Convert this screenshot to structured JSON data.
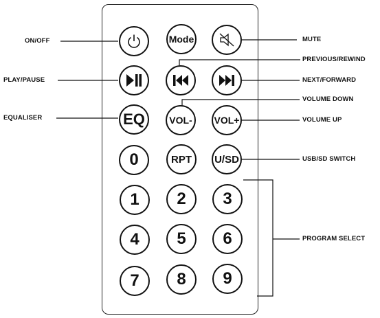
{
  "buttons": {
    "power_symbol": "⏻",
    "mode": "Mode",
    "eq": "EQ",
    "vol_minus": "VOL-",
    "vol_plus": "VOL+",
    "zero": "0",
    "rpt": "RPT",
    "usb_sd": "U/SD",
    "num1": "1",
    "num2": "2",
    "num3": "3",
    "num4": "4",
    "num5": "5",
    "num6": "6",
    "num7": "7",
    "num8": "8",
    "num9": "9"
  },
  "labels": {
    "on_off": "ON/OFF",
    "mute": "MUTE",
    "previous_rewind": "PREVIOUS/REWIND",
    "play_pause": "PLAY/PAUSE",
    "next_forward": "NEXT/FORWARD",
    "volume_down": "VOLUME DOWN",
    "equaliser": "EQUALISER",
    "volume_up": "VOLUME UP",
    "usb_sd_switch": "USB/SD SWITCH",
    "program_select": "PROGRAM SELECT"
  },
  "icons": {
    "power": "power-icon",
    "mute": "speaker-muted-icon",
    "play_pause": "play-pause-icon",
    "previous": "skip-previous-icon",
    "next": "skip-next-icon"
  }
}
